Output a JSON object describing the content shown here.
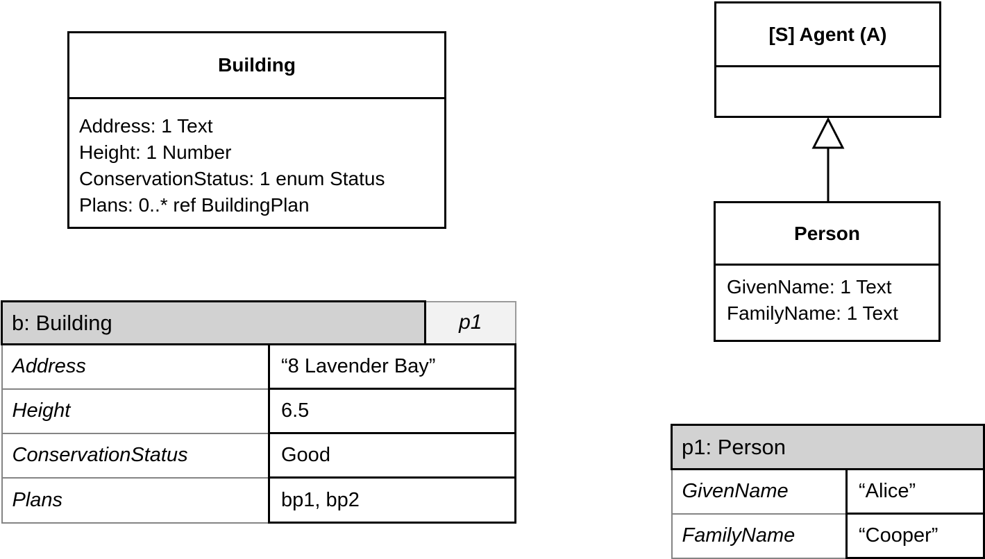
{
  "diagram_type": "uml-class-and-instance-diagram",
  "classes": {
    "building": {
      "title": "Building",
      "attributes": [
        "Address: 1 Text",
        "Height: 1 Number",
        "ConservationStatus: 1 enum Status",
        "Plans: 0..* ref BuildingPlan"
      ]
    },
    "agent": {
      "title": "[S] Agent (A)",
      "attributes": []
    },
    "person": {
      "title": "Person",
      "attributes": [
        "GivenName: 1 Text",
        "FamilyName: 1 Text"
      ]
    }
  },
  "relationships": {
    "generalization": "Person specializes Agent (hollow triangle arrow pointing up to Agent)"
  },
  "instances": {
    "building": {
      "title": "b: Building",
      "tag": "p1",
      "rows": [
        {
          "name": "Address",
          "value": "“8 Lavender Bay”"
        },
        {
          "name": "Height",
          "value": "6.5"
        },
        {
          "name": "ConservationStatus",
          "value": "Good"
        },
        {
          "name": "Plans",
          "value": "bp1, bp2"
        }
      ]
    },
    "person": {
      "title": "p1: Person",
      "rows": [
        {
          "name": "GivenName",
          "value": "“Alice”"
        },
        {
          "name": "FamilyName",
          "value": "“Cooper”"
        }
      ]
    }
  },
  "colors": {
    "header_gray": "#d2d2d2",
    "tag_cell_gray": "#f2f2f2",
    "box_border": "#000000",
    "name_cell_border": "#848484",
    "background": "#ffffff"
  }
}
